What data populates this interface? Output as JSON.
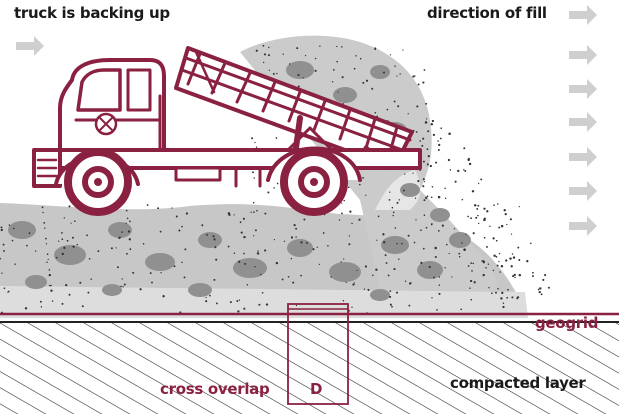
{
  "labels": {
    "truck_backing": "truck is backing up",
    "direction_of_fill": "direction of fill",
    "geogrid": "geogrid",
    "compacted_layer": "compacted layer",
    "cross_overlap": "cross overlap",
    "overlap_symbol": "D"
  },
  "colors": {
    "truck": "#8a2140",
    "fill_gray": "#c9c9c9",
    "fill_light": "#e3e3e3",
    "stone_gray": "#8e8e8e",
    "arrow_gray": "#cfcfcf",
    "hatch": "#222222",
    "text_dark": "#1a1a1a"
  },
  "icons": {
    "left_arrow": "arrow-right-icon",
    "fill_arrows": "arrow-right-icon",
    "truck_logo": "logo-icon"
  }
}
